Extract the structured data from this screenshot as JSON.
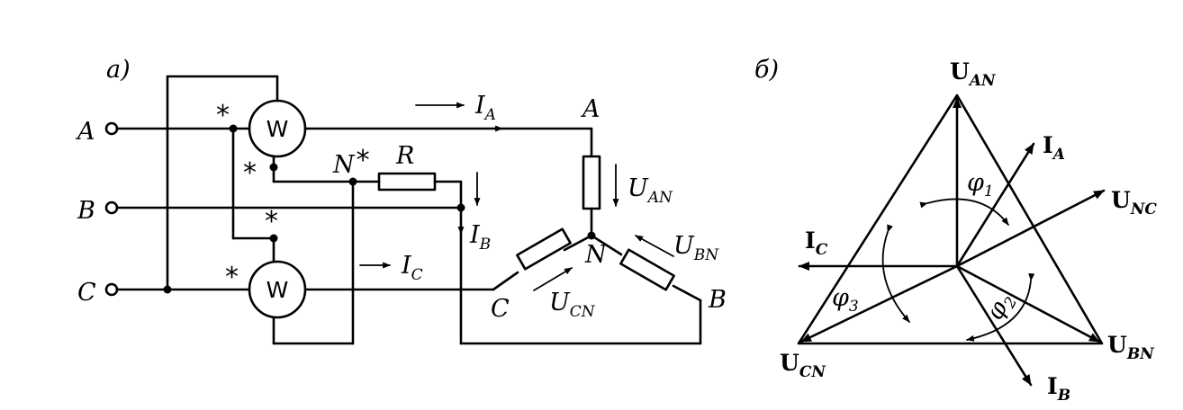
{
  "panel_a": {
    "label": "a)",
    "terminals": {
      "a": "A",
      "b": "B",
      "c": "C"
    },
    "wattmeter_1": "W",
    "wattmeter_2": "W",
    "star": "*",
    "neutral_star": {
      "main": "N",
      "mark": "*"
    },
    "resistor": "R",
    "current_a": {
      "main": "I",
      "sub": "A"
    },
    "current_b": {
      "main": "I",
      "sub": "B"
    },
    "current_c": {
      "main": "I",
      "sub": "C"
    },
    "node_a": "A",
    "node_b": "B",
    "node_c": "C",
    "node_n": "N",
    "voltage_an": {
      "main": "U",
      "sub": "AN"
    },
    "voltage_bn": {
      "main": "U",
      "sub": "BN"
    },
    "voltage_cn": {
      "main": "U",
      "sub": "CN"
    }
  },
  "panel_b": {
    "label": "б)",
    "u_an": {
      "main": "U",
      "sub": "AN"
    },
    "u_bn": {
      "main": "U",
      "sub": "BN"
    },
    "u_cn": {
      "main": "U",
      "sub": "CN"
    },
    "u_nc": {
      "main": "U",
      "sub": "NC"
    },
    "i_a": {
      "main": "I",
      "sub": "A"
    },
    "i_b": {
      "main": "I",
      "sub": "B"
    },
    "i_c": {
      "main": "I",
      "sub": "C"
    },
    "phi_1": {
      "main": "φ",
      "sub": "1"
    },
    "phi_2": {
      "main": "φ",
      "sub": "2"
    },
    "phi_3": {
      "main": "φ",
      "sub": "3"
    }
  }
}
